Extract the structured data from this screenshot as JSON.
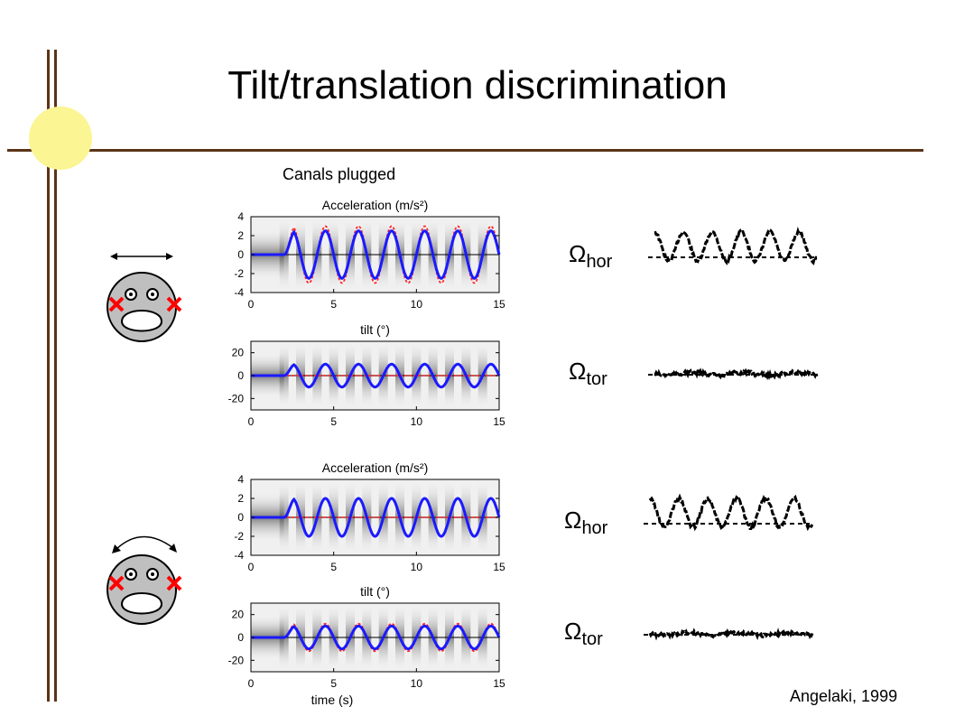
{
  "slide": {
    "title": "Tilt/translation discrimination",
    "subtitle": "Canals plugged",
    "citation": "Angelaki, 1999"
  },
  "colors": {
    "frame": "#5a3418",
    "sun": "#fbf593",
    "model_trace": "#1a1aff",
    "stimulus_trace": "#ff2a2a",
    "marker": "#ff0000"
  },
  "icons": [
    "monkey-head-icon",
    "translation-arrow-icon",
    "tilt-arrow-icon",
    "plugged-canal-x-icon"
  ],
  "chart_data": [
    {
      "type": "line",
      "title": "Acceleration (m/s²)",
      "xlabel": "",
      "ylabel": "",
      "xlim": [
        0,
        15
      ],
      "ylim": [
        -4,
        4
      ],
      "xticks": [
        "0",
        "5",
        "10",
        "15"
      ],
      "yticks": [
        "4",
        "2",
        "0",
        "-2",
        "-4"
      ],
      "stimulus_amplitude": 3,
      "model_amplitude": 2.5,
      "period_s": 2,
      "onset_s": 2
    },
    {
      "type": "line",
      "title": "tilt (°)",
      "xlabel": "",
      "ylabel": "",
      "xlim": [
        0,
        15
      ],
      "ylim": [
        -30,
        30
      ],
      "xticks": [
        "0",
        "5",
        "10",
        "15"
      ],
      "yticks": [
        "20",
        "0",
        "-20"
      ],
      "stimulus_amplitude": 0,
      "model_amplitude": 10,
      "period_s": 2,
      "onset_s": 2
    },
    {
      "type": "line",
      "title": "Acceleration (m/s²)",
      "xlabel": "",
      "ylabel": "",
      "xlim": [
        0,
        15
      ],
      "ylim": [
        -4,
        4
      ],
      "xticks": [
        "0",
        "5",
        "10",
        "15"
      ],
      "yticks": [
        "4",
        "2",
        "0",
        "-2",
        "-4"
      ],
      "stimulus_amplitude": 0,
      "model_amplitude": 2,
      "period_s": 2,
      "onset_s": 2
    },
    {
      "type": "line",
      "title": "tilt (°)",
      "xlabel": "time (s)",
      "ylabel": "",
      "xlim": [
        0,
        15
      ],
      "ylim": [
        -30,
        30
      ],
      "xticks": [
        "0",
        "5",
        "10",
        "15"
      ],
      "yticks": [
        "20",
        "0",
        "-20"
      ],
      "stimulus_amplitude": 12,
      "model_amplitude": 10,
      "period_s": 2,
      "onset_s": 2
    }
  ],
  "recordings": [
    {
      "label_symbol": "Ω",
      "label_sub": "hor",
      "pattern": "modulated"
    },
    {
      "label_symbol": "Ω",
      "label_sub": "tor",
      "pattern": "flat"
    },
    {
      "label_symbol": "Ω",
      "label_sub": "hor",
      "pattern": "modulated"
    },
    {
      "label_symbol": "Ω",
      "label_sub": "tor",
      "pattern": "flat"
    }
  ]
}
